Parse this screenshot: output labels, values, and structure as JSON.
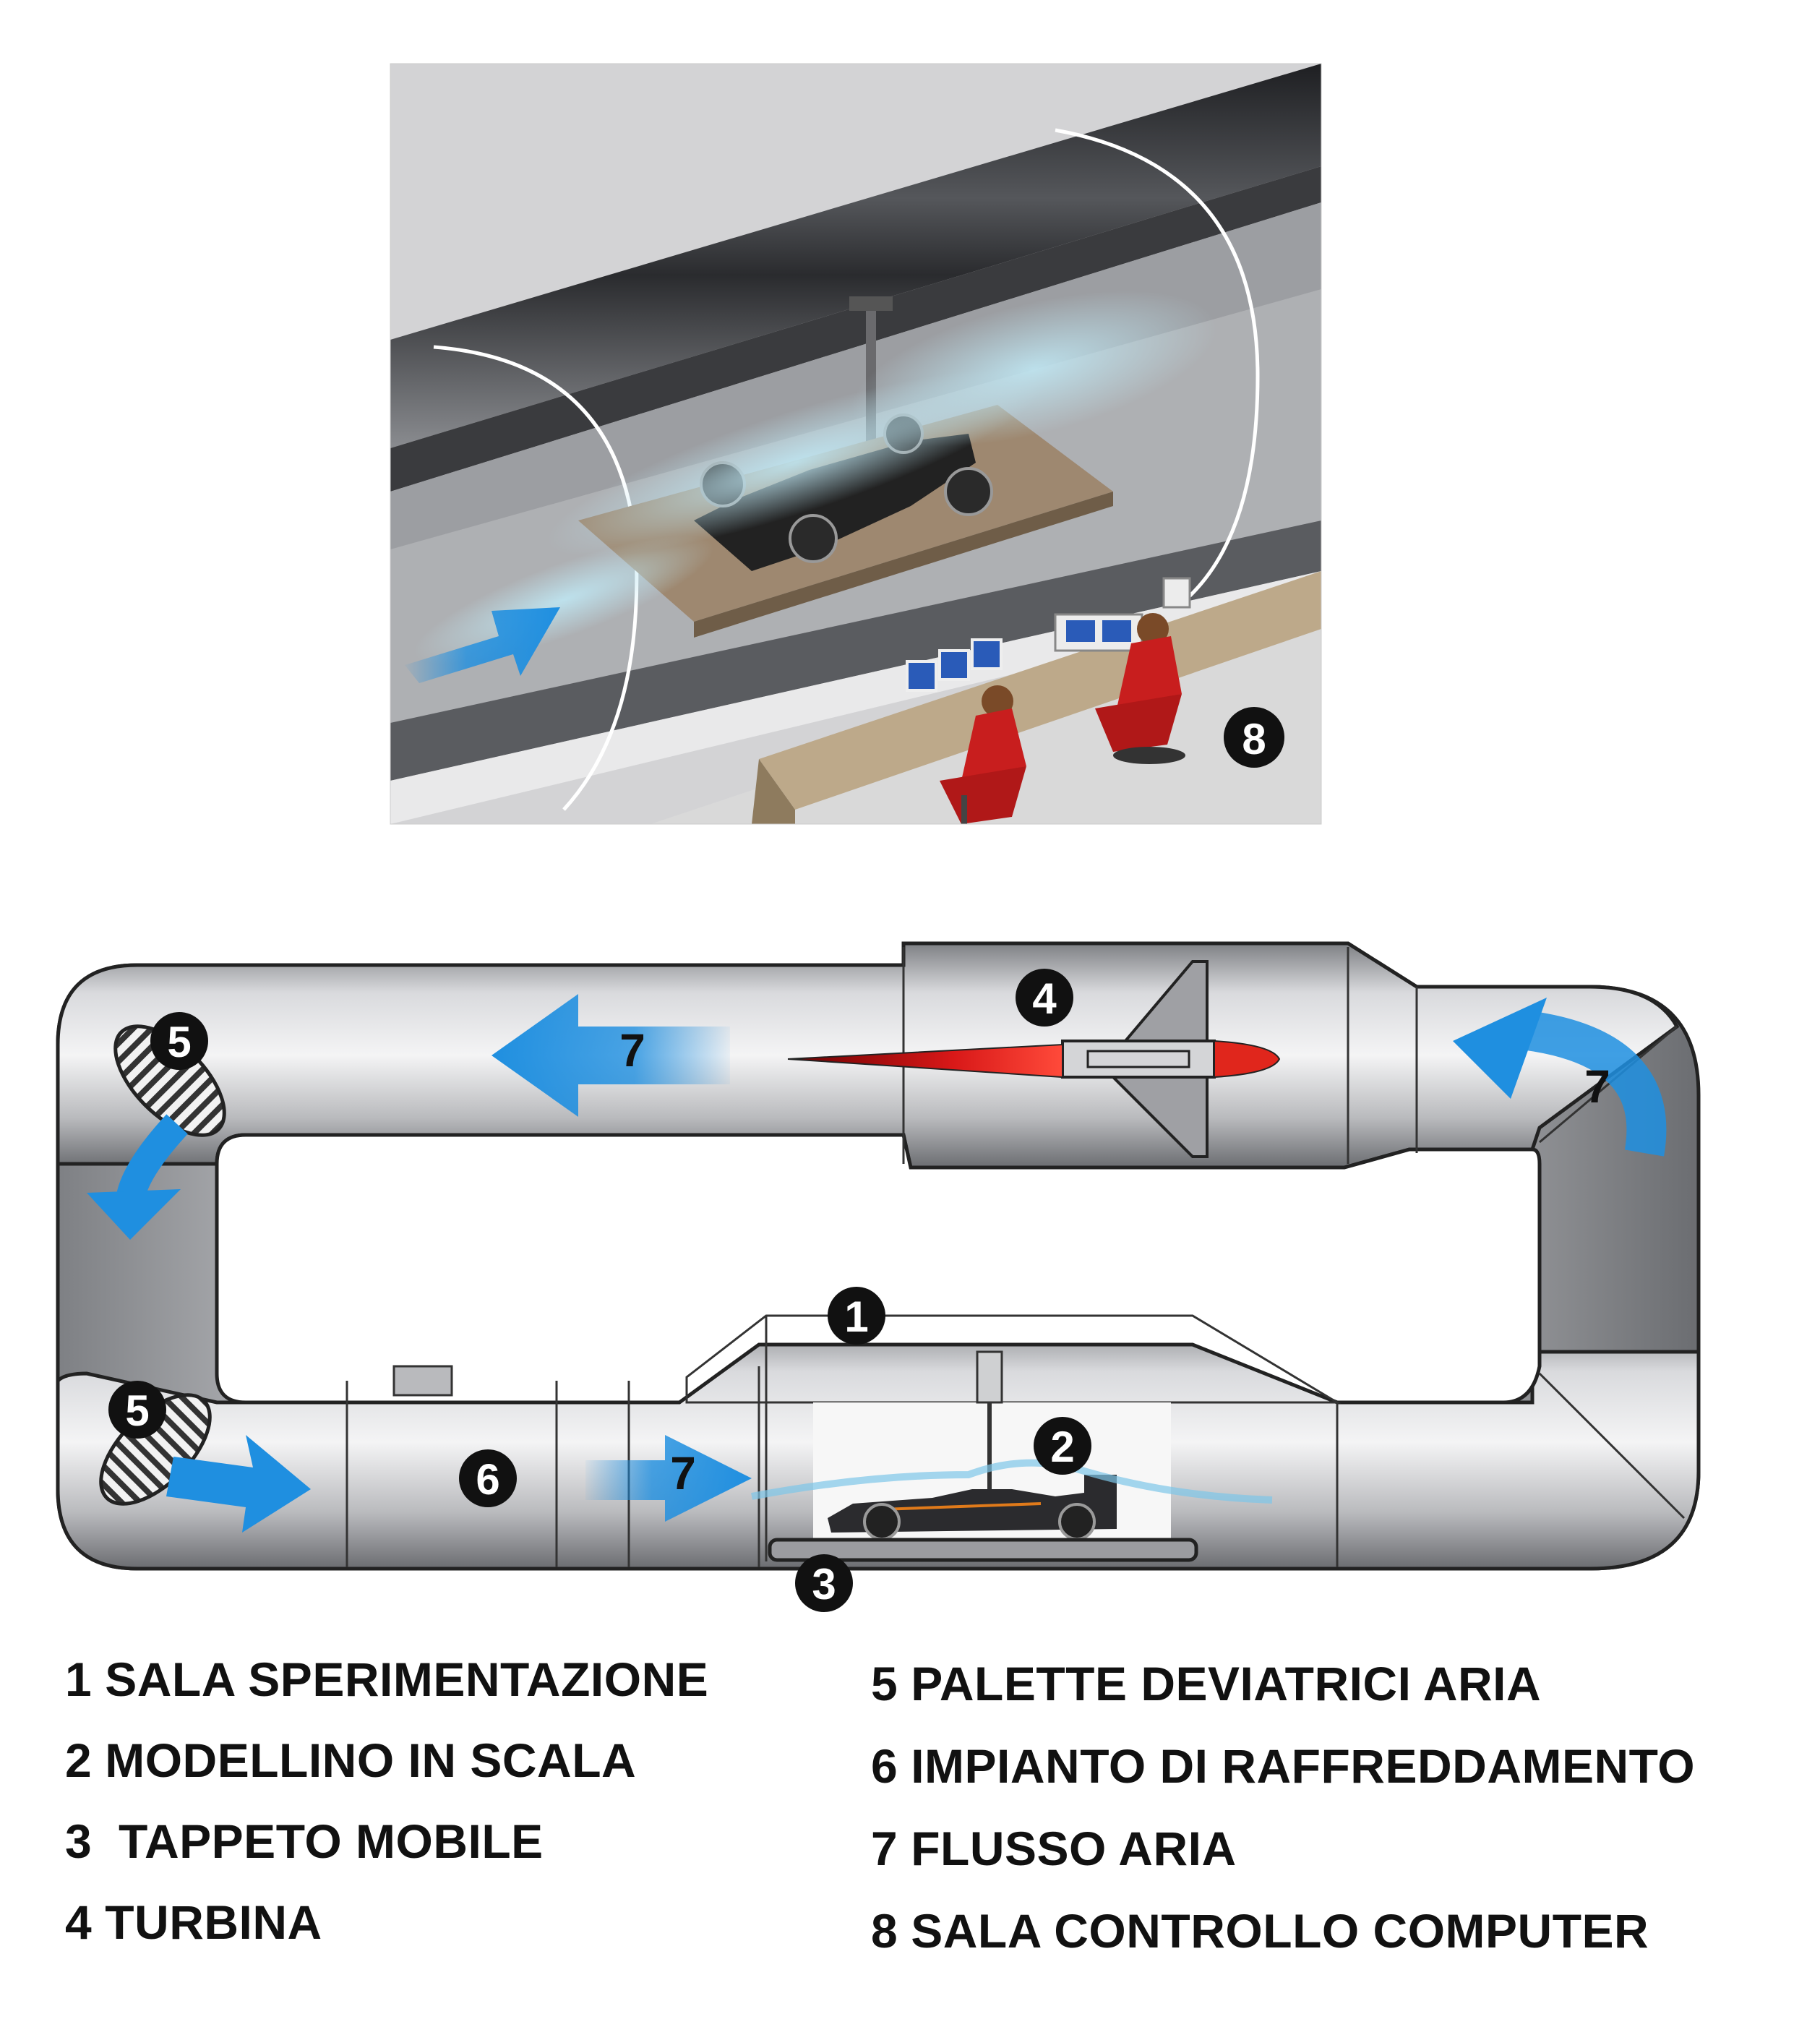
{
  "badges": {
    "b1": "1",
    "b2": "2",
    "b3": "3",
    "b4": "4",
    "b5a": "5",
    "b5b": "5",
    "b6": "6",
    "b8": "8"
  },
  "flow_labels": {
    "f_top": "7",
    "f_right": "7",
    "f_bottom": "7"
  },
  "legend": {
    "items": [
      {
        "num": "1",
        "text": "SALA SPERIMENTAZIONE"
      },
      {
        "num": "2",
        "text": "MODELLINO IN SCALA"
      },
      {
        "num": "3",
        "text": " TAPPETO MOBILE"
      },
      {
        "num": "4",
        "text": "TURBINA"
      },
      {
        "num": "5",
        "text": "PALETTE DEVIATRICI ARIA"
      },
      {
        "num": "6",
        "text": "IMPIANTO DI RAFFREDDAMENTO"
      },
      {
        "num": "7",
        "text": "FLUSSO ARIA"
      },
      {
        "num": "8",
        "text": "SALA CONTROLLO COMPUTER"
      }
    ]
  },
  "colors": {
    "air_flow": "#1f8fe0",
    "tunnel_metal": "#c4c5c8",
    "turbine_red": "#d81818",
    "operator_suit": "#c81e1e",
    "badge_fill": "#111111"
  }
}
